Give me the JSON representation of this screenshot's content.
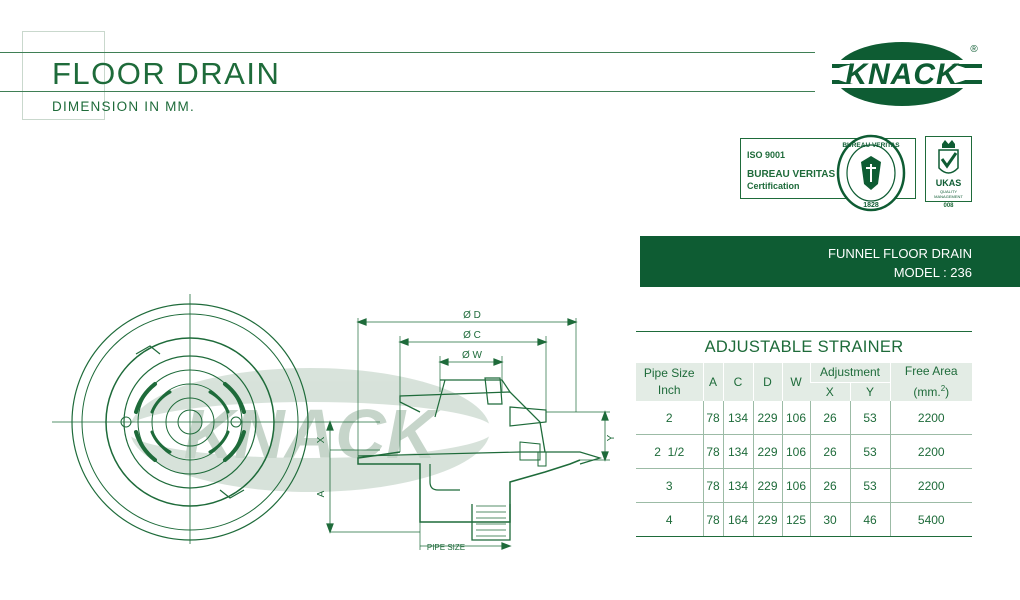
{
  "header": {
    "title": "FLOOR DRAIN",
    "subtitle": "DIMENSION IN MM."
  },
  "brand": {
    "logo_text": "KNACK",
    "registered_mark": "®",
    "color": "#0e5c33"
  },
  "certification": {
    "iso": "ISO 9001",
    "body": "BUREAU VERITAS",
    "label": "Certification",
    "seal_text": "BUREAU VERITAS",
    "seal_year": "1828",
    "ukas_text": "UKAS",
    "ukas_sub1": "QUALITY",
    "ukas_sub2": "MANAGEMENT",
    "ukas_code": "008"
  },
  "model": {
    "name": "FUNNEL FLOOR DRAIN",
    "number": "MODEL : 236"
  },
  "drawing": {
    "labels": {
      "d": "Ø D",
      "c": "Ø C",
      "w": "Ø W",
      "x": "X",
      "a": "A",
      "y": "Y",
      "pipe": "PIPE SIZE"
    }
  },
  "table": {
    "title": "ADJUSTABLE  STRAINER",
    "headers": {
      "pipe_line1": "Pipe Size",
      "pipe_line2": "Inch",
      "a": "A",
      "c": "C",
      "d": "D",
      "w": "W",
      "adjustment": "Adjustment",
      "x": "X",
      "y": "Y",
      "free_area_line1": "Free  Area",
      "free_area_line2": "(mm.",
      "free_area_sup": "2",
      "free_area_close": ")"
    },
    "rows": [
      {
        "pipe": "2",
        "a": "78",
        "c": "134",
        "d": "229",
        "w": "106",
        "x": "26",
        "y": "53",
        "area": "2200"
      },
      {
        "pipe": "2  1/2",
        "a": "78",
        "c": "134",
        "d": "229",
        "w": "106",
        "x": "26",
        "y": "53",
        "area": "2200"
      },
      {
        "pipe": "3",
        "a": "78",
        "c": "134",
        "d": "229",
        "w": "106",
        "x": "26",
        "y": "53",
        "area": "2200"
      },
      {
        "pipe": "4",
        "a": "78",
        "c": "164",
        "d": "229",
        "w": "125",
        "x": "30",
        "y": "46",
        "area": "5400"
      }
    ]
  }
}
